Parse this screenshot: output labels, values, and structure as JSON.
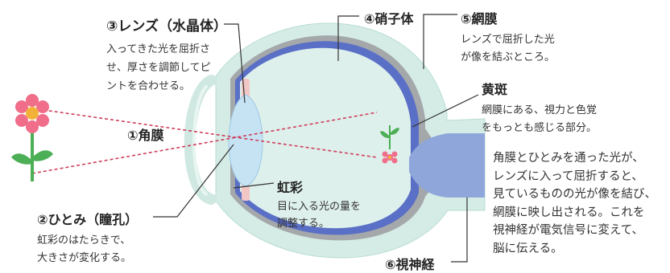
{
  "labels": {
    "lens": {
      "title": "③レンズ（水晶体）",
      "desc": [
        "入ってきた光を屈折さ",
        "せ、厚さを調節してピ",
        "ントを合わせる。"
      ]
    },
    "vitreous": {
      "title": "④硝子体"
    },
    "retina": {
      "title": "⑤網膜",
      "desc": [
        "レンズで屈折した光",
        "が像を結ぶところ。"
      ]
    },
    "macula": {
      "title": "黄斑",
      "desc": [
        "網膜にある、視力と色覚",
        "をもっとも感じる部分。"
      ]
    },
    "cornea": {
      "title": "①角膜"
    },
    "iris": {
      "title": "虹彩",
      "desc": [
        "目に入る光の量を",
        "調整する。"
      ]
    },
    "pupil": {
      "title": "②ひとみ（瞳孔）",
      "desc": [
        "虹彩のはたらきで、",
        "大きさが変化する。"
      ]
    },
    "optic_nerve": {
      "title": "⑥視神経"
    }
  },
  "explanation": [
    "角膜とひとみを通った光が、",
    "レンズに入って屈折すると、",
    "見ているものの光が像を結び、",
    "網膜に映し出される。これを",
    "視神経が電気信号に変えて、",
    "脳に伝える。"
  ],
  "colors": {
    "sclera": "#d5ece6",
    "choroid": "#a4a8aa",
    "retina": "#5a6fc6",
    "nerve": "#8fa6da",
    "lens": "#c6e3f4",
    "flower_petal": "#f06e8a",
    "flower_center": "#f2b23a",
    "stem": "#4cae55",
    "ray": "#cf3f5c"
  }
}
